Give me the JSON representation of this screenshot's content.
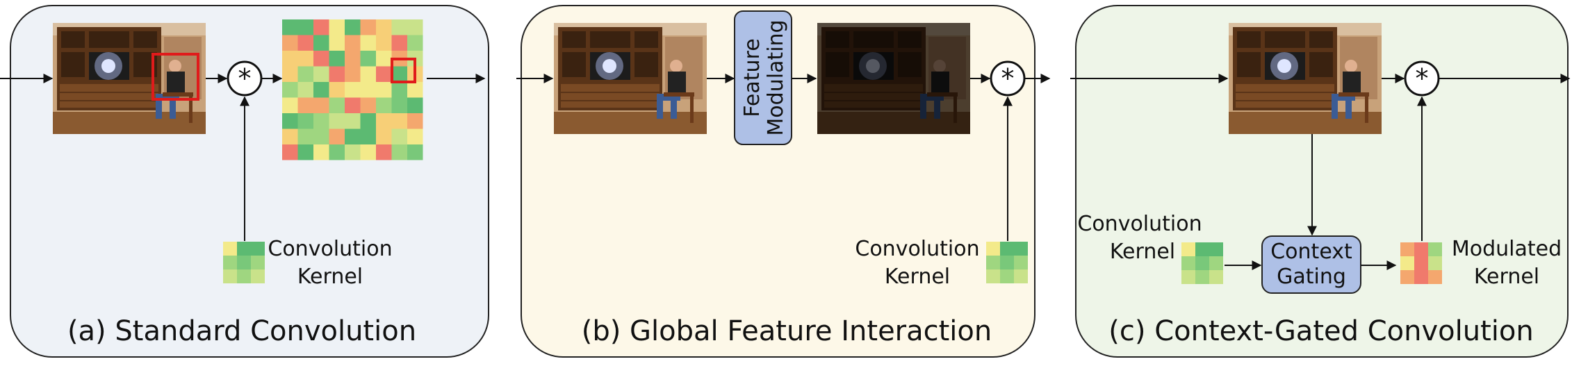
{
  "panels": [
    {
      "title": "(a) Standard Convolution",
      "background": "#eef2f7",
      "kernel_label_1": "Convolution",
      "kernel_label_2": "Kernel"
    },
    {
      "title": "(b) Global Feature Interaction",
      "background": "#fdf8e8",
      "module_label_1": "Feature",
      "module_label_2": "Modulating",
      "kernel_label_1": "Convolution",
      "kernel_label_2": "Kernel"
    },
    {
      "title": "(c) Context-Gated Convolution",
      "background": "#eef5e8",
      "kernel_label_1": "Convolution",
      "kernel_label_2": "Kernel",
      "module_label_1": "Context",
      "module_label_2": "Gating",
      "out_label_1": "Modulated",
      "out_label_2": "Kernel"
    }
  ],
  "operator_symbol": "*",
  "colors": {
    "module_fill": "#aec0e6",
    "arrow": "#111111",
    "highlight": "#e01b1b",
    "heat_palette": [
      "#f07a6c",
      "#f4a76e",
      "#f7cf77",
      "#f3ea8a",
      "#c9e28a",
      "#9fd680",
      "#79c87a",
      "#5cba72"
    ]
  }
}
